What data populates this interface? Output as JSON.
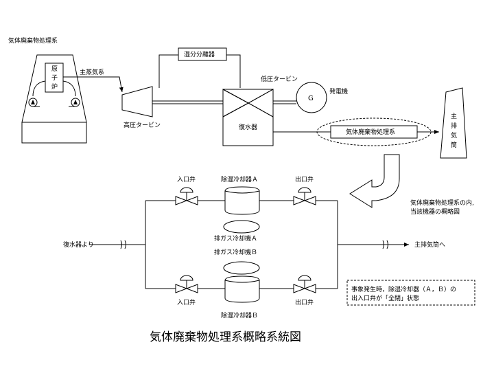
{
  "labels": {
    "gas_waste_system": "気体廃棄物処理系",
    "reactor_char_1": "原",
    "reactor_char_2": "子",
    "reactor_char_3": "炉",
    "main_steam": "主蒸気系",
    "moisture_separator": "湿分分離器",
    "lp_turbine": "低圧タービン",
    "generator_symbol": "G",
    "generator": "発電機",
    "hp_turbine": "高圧タービン",
    "condenser": "復水器",
    "gas_waste_box": "気体廃棄物処理系",
    "stack_char_1": "主",
    "stack_char_2": "排",
    "stack_char_3": "気",
    "stack_char_4": "筒",
    "inlet_valve_top": "入口弁",
    "dehumidifier_a": "除湿冷却器Ａ",
    "outlet_valve_top": "出口弁",
    "callout_line1": "気体廃棄物処理系の内,",
    "callout_line2": "当該機器の概略図",
    "from_condenser": "復水器より",
    "exhaust_cooler_a": "排ガス冷却機Ａ",
    "exhaust_cooler_b": "排ガス冷却機Ｂ",
    "to_stack": "主排気筒へ",
    "inlet_valve_bottom": "入口弁",
    "outlet_valve_bottom": "出口弁",
    "dehumidifier_b": "除湿冷却器Ｂ",
    "note_line1": "事象発生時，除湿冷却器（Ａ，Ｂ）の",
    "note_line2": "出入口弁が「全閉」状態",
    "title": "気体廃棄物処理系概略系統図"
  }
}
